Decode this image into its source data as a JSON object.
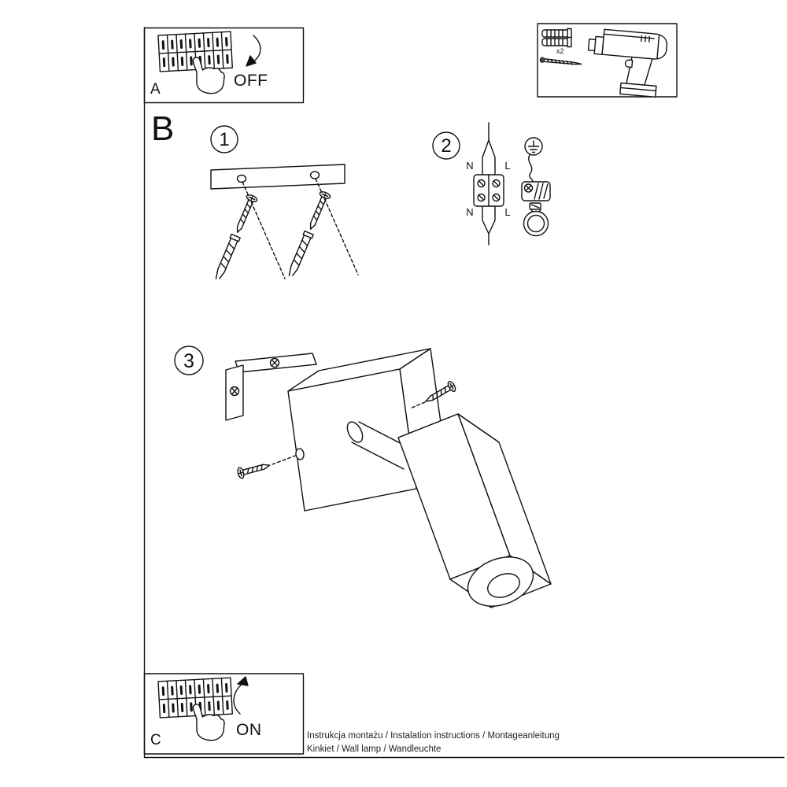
{
  "sheet": {
    "background": "#ffffff",
    "ink": "#111111"
  },
  "panel_a": {
    "label": "A",
    "state": "OFF"
  },
  "panel_c": {
    "label": "C",
    "state": "ON"
  },
  "section": {
    "label": "B"
  },
  "steps": {
    "s1": "1",
    "s2": "2",
    "s3": "3"
  },
  "tools": {
    "dowel_count": "x2"
  },
  "wiring": {
    "n_top": "N",
    "l_top": "L",
    "n_bottom": "N",
    "l_bottom": "L"
  },
  "footer": {
    "line1": "Instrukcja montażu / Instalation instructions / Montageanleitung",
    "line2": "Kinkiet / Wall lamp / Wandleuchte"
  }
}
